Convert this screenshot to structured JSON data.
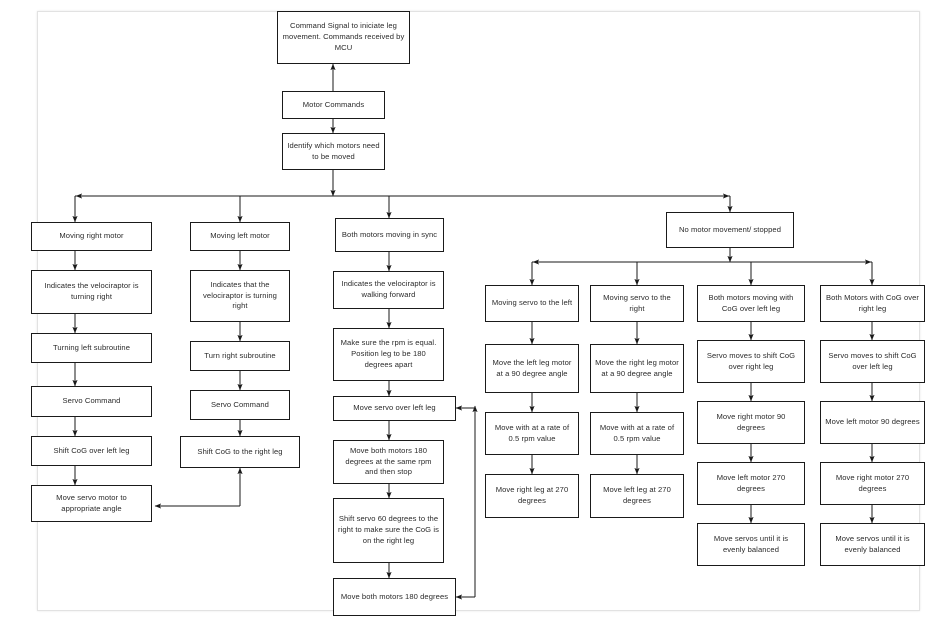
{
  "diagram": {
    "title": "Velociraptor Leg Movement Control Flowchart",
    "canvas": {
      "background": "#ffffff",
      "border_color": "#e2e2e2"
    },
    "stroke_color": "#1a1a1a",
    "text_color": "#2b2b2b"
  },
  "nodes": {
    "command_signal": "Command Signal to iniciate leg movement. Commands received by MCU",
    "motor_commands": "Motor Commands",
    "identify_motors": "Identify which motors need to be moved",
    "moving_right_motor": "Moving right motor",
    "indicates_turning_right_a": "Indicates the velociraptor is turning right",
    "turning_left_subroutine": "Turning left subroutine",
    "servo_command_a": "Servo Command",
    "shift_cog_left_leg": "Shift CoG over left leg",
    "move_servo_appropriate_angle": "Move servo motor to appropriate angle",
    "moving_left_motor": "Moving left motor",
    "indicates_turning_right_b": "Indicates that the velociraptor is turning right",
    "turn_right_subroutine": "Turn right subroutine",
    "servo_command_b": "Servo Command",
    "shift_cog_right_leg": "Shift CoG to the right leg",
    "both_motors_sync": "Both motors moving in sync",
    "indicates_walking_forward": "Indicates the velociraptor is walking forward",
    "make_sure_rpm_equal": "Make sure the rpm is equal. Position leg to be 180 degrees apart",
    "move_servo_over_left_leg": "Move servo over left leg",
    "move_both_motors_180_same_rpm": "Move both motors 180 degrees at the same rpm and then stop",
    "shift_servo_60_degrees": "Shift servo 60 degrees to the right to make sure the CoG is on the right leg",
    "move_both_motors_180": "Move both motors 180 degrees",
    "no_motor_movement": "No motor movement/ stopped",
    "moving_servo_left": "Moving servo to the left",
    "move_left_leg_90": "Move the left leg motor at a 90 degree angle",
    "move_rate_05_rpm_a": "Move with at a rate of 0.5 rpm value",
    "move_right_leg_270": "Move right leg at 270 degrees",
    "moving_servo_right": "Moving servo to the right",
    "move_right_leg_90": "Move the right leg motor at a 90 degree angle",
    "move_rate_05_rpm_b": "Move with at a rate of 0.5 rpm value",
    "move_left_leg_270": "Move left leg at 270 degrees",
    "both_motors_cog_left": "Both motors moving with CoG over left leg",
    "servo_shift_cog_right": "Servo moves to shift CoG over right leg",
    "move_right_motor_90": "Move right motor 90 degrees",
    "move_left_motor_270": "Move left motor 270 degrees",
    "move_servos_balanced_a": "Move servos until it is evenly balanced",
    "both_motors_cog_right": "Both Motors with CoG over right leg",
    "servo_shift_cog_left": "Servo moves to shift CoG over left leg",
    "move_left_motor_90": "Move left motor 90 degrees",
    "move_right_motor_270": "Move right motor 270 degrees",
    "move_servos_balanced_b": "Move servos until it is evenly balanced"
  }
}
